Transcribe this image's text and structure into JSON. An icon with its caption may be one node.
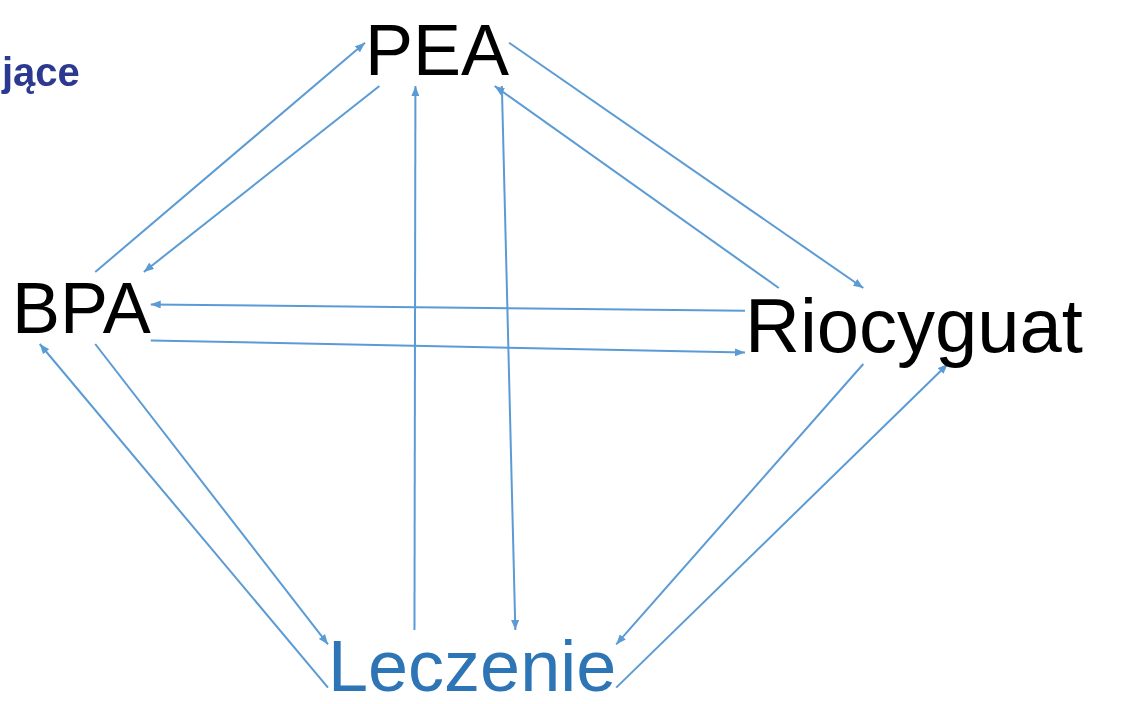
{
  "diagram": {
    "nodes": [
      {
        "text": [
          "PEA"
        ]
      },
      {
        "text": [
          "BPA"
        ]
      },
      {
        "text": [
          "Riocyguat"
        ]
      },
      {
        "text": [
          "Leczenie"
        ]
      }
    ],
    "edges": [
      {
        "from": 1,
        "to": 0,
        "arrow": "to"
      },
      {
        "from": 0,
        "to": 1,
        "arrow": "to"
      },
      {
        "from": 0,
        "to": 2,
        "arrow": "to"
      },
      {
        "from": 2,
        "to": 0,
        "arrow": "to"
      },
      {
        "from": 3,
        "to": 0,
        "arrow": "to"
      },
      {
        "from": 0,
        "to": 3,
        "arrow": "to"
      },
      {
        "from": 2,
        "to": 1,
        "arrow": "to"
      },
      {
        "from": 1,
        "to": 2,
        "arrow": "to"
      },
      {
        "from": 1,
        "to": 3,
        "arrow": "to"
      },
      {
        "from": 3,
        "to": 1,
        "arrow": "to"
      },
      {
        "from": 2,
        "to": 3,
        "arrow": "to"
      },
      {
        "from": 3,
        "to": 2,
        "arrow": "to"
      }
    ],
    "labels": [
      "jące"
    ]
  }
}
